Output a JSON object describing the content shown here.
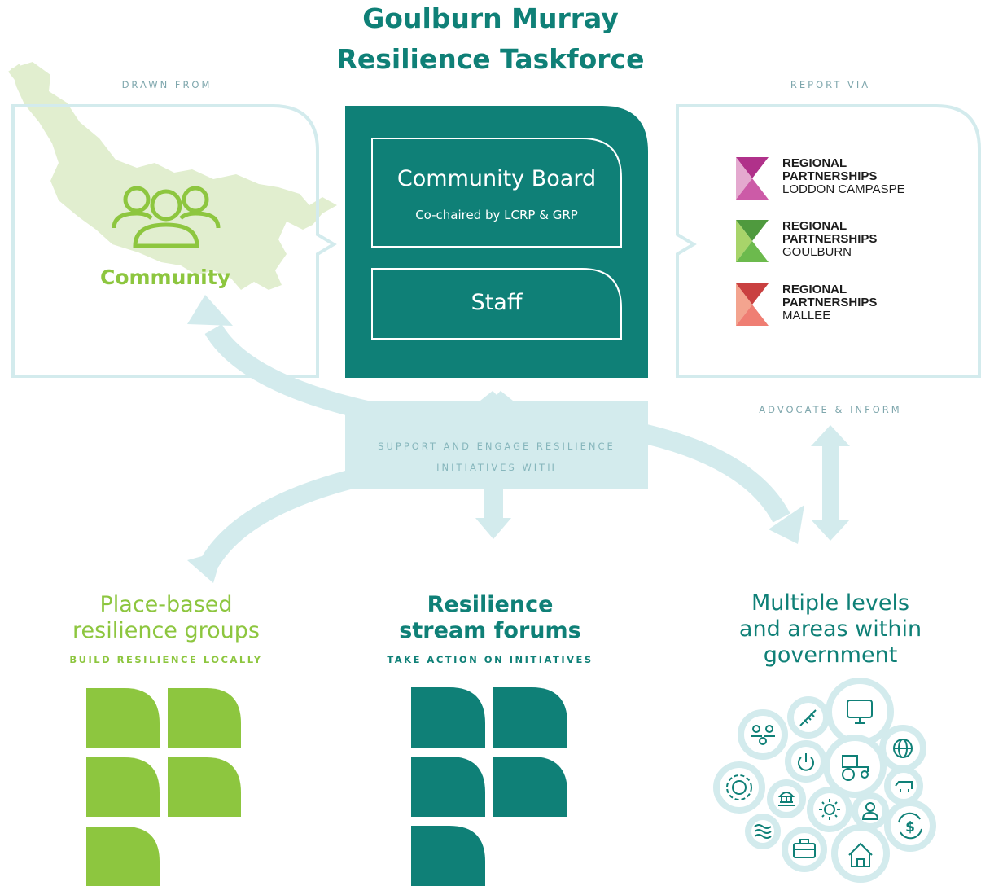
{
  "title": {
    "line1": "Goulburn Murray",
    "line2": "Resilience Taskforce"
  },
  "labels": {
    "drawn_from": "DRAWN FROM",
    "report_via": "REPORT VIA",
    "advocate": "ADVOCATE & INFORM",
    "support_line1": "SUPPORT AND ENGAGE RESILIENCE",
    "support_line2": "INITIATIVES WITH"
  },
  "community": {
    "label": "Community",
    "icon": "people-group-icon"
  },
  "taskforce": {
    "board_title": "Community Board",
    "board_sub": "Co-chaired by LCRP & GRP",
    "staff": "Staff"
  },
  "partnerships": [
    {
      "line1": "REGIONAL",
      "line2": "PARTNERSHIPS",
      "line3": "LODDON CAMPASPE",
      "color_top": "#b0318a",
      "color_bottom": "#e4a9cf"
    },
    {
      "line1": "REGIONAL",
      "line2": "PARTNERSHIPS",
      "line3": "GOULBURN",
      "color_top": "#4f9a3e",
      "color_bottom": "#a8d46a"
    },
    {
      "line1": "REGIONAL",
      "line2": "PARTNERSHIPS",
      "line3": "MALLEE",
      "color_top": "#c94040",
      "color_bottom": "#f3a48f"
    }
  ],
  "columns": {
    "place": {
      "line1": "Place-based",
      "line2": "resilience groups",
      "sub": "BUILD RESILIENCE LOCALLY"
    },
    "stream": {
      "line1": "Resilience",
      "line2": "stream forums",
      "sub": "TAKE ACTION ON INITIATIVES"
    },
    "gov": {
      "line1": "Multiple levels",
      "line2": "and areas within",
      "line3": "government"
    }
  },
  "gov_icons": [
    "people-icon",
    "wheat-icon",
    "monitor-icon",
    "power-icon",
    "tractor-icon",
    "globe-icon",
    "gear-icon",
    "capitol-icon",
    "sun-icon",
    "person-icon",
    "cow-icon",
    "water-icon",
    "briefcase-icon",
    "house-icon",
    "dollar-cycle-icon"
  ],
  "colors": {
    "teal": "#0f8077",
    "green": "#8dc63f",
    "light_blue": "#d3ebed",
    "map_green": "#e1eecf"
  }
}
